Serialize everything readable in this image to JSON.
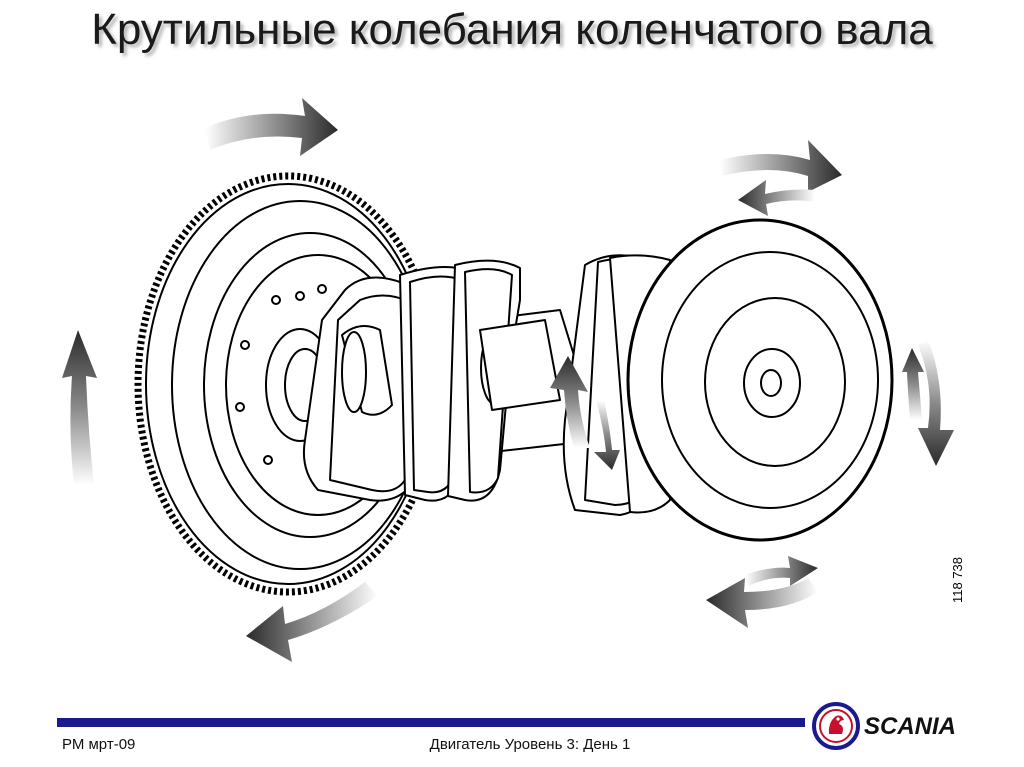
{
  "title": "Крутильные колебания коленчатого вала",
  "figure_number": "118 738",
  "footer": {
    "left": "РМ мрт-09",
    "center": "Двигатель Уровень 3: День 1"
  },
  "logo": {
    "text": "SCANIA",
    "icon": "scania-griffin-icon"
  },
  "colors": {
    "accent_bar": "#1a1a8c",
    "logo_ring": "#1a1a8c",
    "logo_red": "#c8102e"
  }
}
